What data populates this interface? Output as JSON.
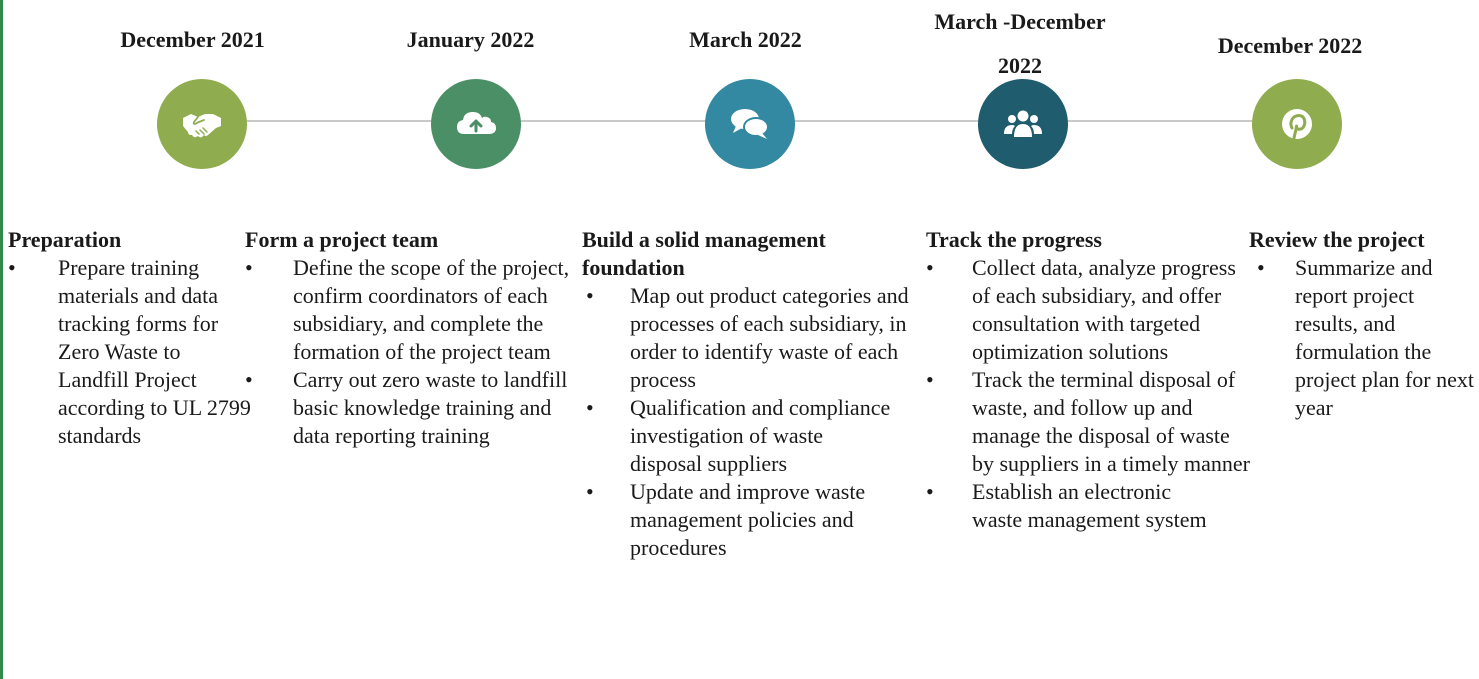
{
  "colors": {
    "node_1": "#8fad4f",
    "node_2": "#4b8f67",
    "node_3": "#3289a1",
    "node_4": "#1e5c6e",
    "node_5": "#8fad4f",
    "line": "#c9c9c9",
    "left_rule": "#2e8b4a"
  },
  "milestones": [
    {
      "date": "December 2021",
      "icon": "handshake-icon",
      "title": "Preparation",
      "bullets": [
        "Prepare training materials and data tracking forms for Zero Waste to Landfill Project according to UL 2799 standards"
      ]
    },
    {
      "date": "January 2022",
      "icon": "cloud-upload-icon",
      "title": "Form a project team",
      "bullets": [
        "Define the scope of the project, confirm coordinators of each subsidiary, and complete the formation of the project team",
        "Carry out zero waste to landfill basic knowledge training and data reporting training"
      ]
    },
    {
      "date": "March 2022",
      "icon": "chat-bubbles-icon",
      "title": "Build a solid management foundation",
      "bullets": [
        "Map out product categories and processes of each subsidiary, in order to identify waste of each process",
        "Qualification and compliance investigation of waste disposal suppliers",
        "Update and improve waste management policies and procedures"
      ]
    },
    {
      "date": "March -December 2022",
      "icon": "users-group-icon",
      "title": "Track the progress",
      "bullets": [
        "Collect data, analyze progress of each subsidiary, and offer consultation with targeted optimization solutions",
        "Track the terminal disposal of waste, and follow up and manage the disposal of waste by suppliers in a timely manner",
        "Establish an electronic waste management system"
      ]
    },
    {
      "date": "December 2022",
      "icon": "pinterest-icon",
      "title": "Review the project",
      "bullets": [
        "Summarize and report project results, and formulation the project plan for next year"
      ]
    }
  ]
}
